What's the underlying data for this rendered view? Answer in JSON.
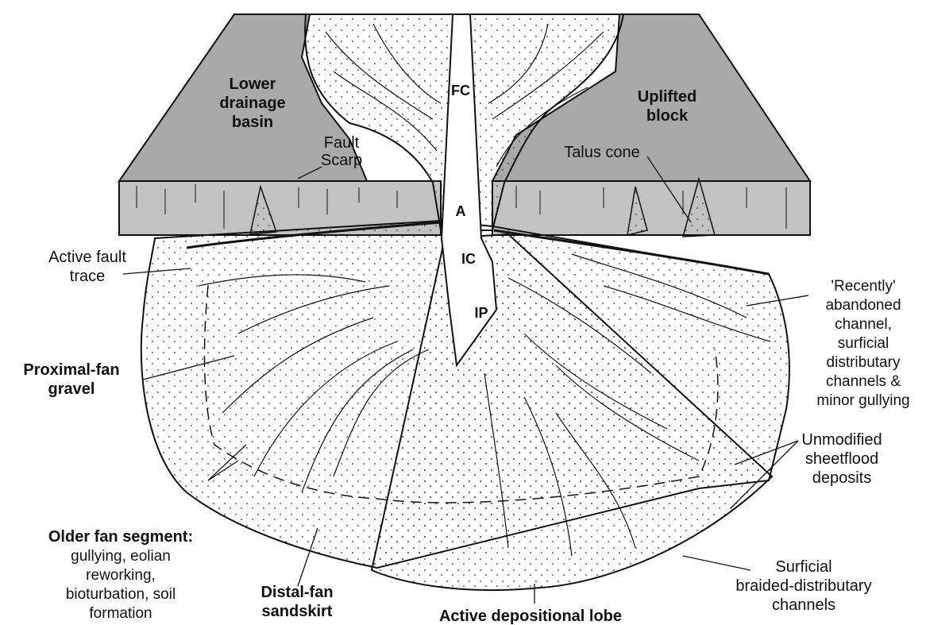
{
  "labels": {
    "lower_drainage_basin": [
      "Lower",
      "drainage",
      "basin"
    ],
    "uplifted_block": [
      "Uplifted",
      "block"
    ],
    "fault_scarp": [
      "Fault",
      "Scarp"
    ],
    "talus_cone": "Talus cone",
    "active_fault_trace": [
      "Active fault",
      "trace"
    ],
    "proximal_fan_gravel": [
      "Proximal-fan",
      "gravel"
    ],
    "recently_abandoned": [
      "'Recently'",
      "abandoned",
      "channel,",
      "surficial",
      "distributary",
      "channels &",
      "minor gullying"
    ],
    "unmodified_sheetflood": [
      "Unmodified",
      "sheetflood",
      "deposits"
    ],
    "surficial_braided": [
      "Surficial",
      "braided-distributary",
      "channels"
    ],
    "active_depositional_lobe": "Active depositional lobe",
    "distal_fan_sandskirt": [
      "Distal-fan",
      "sandskirt"
    ],
    "older_fan_segment_title": "Older fan segment:",
    "older_fan_segment_desc": [
      "gullying, eolian",
      "reworking,",
      "bioturbation, soil",
      "formation"
    ],
    "channel_points": {
      "fc": "FC",
      "a": "A",
      "ic": "IC",
      "ip": "IP"
    }
  },
  "colors": {
    "upland": "#a9a9a9",
    "scarp_face": "#c2c2c2",
    "line": "#111111",
    "fill": "#ffffff"
  }
}
